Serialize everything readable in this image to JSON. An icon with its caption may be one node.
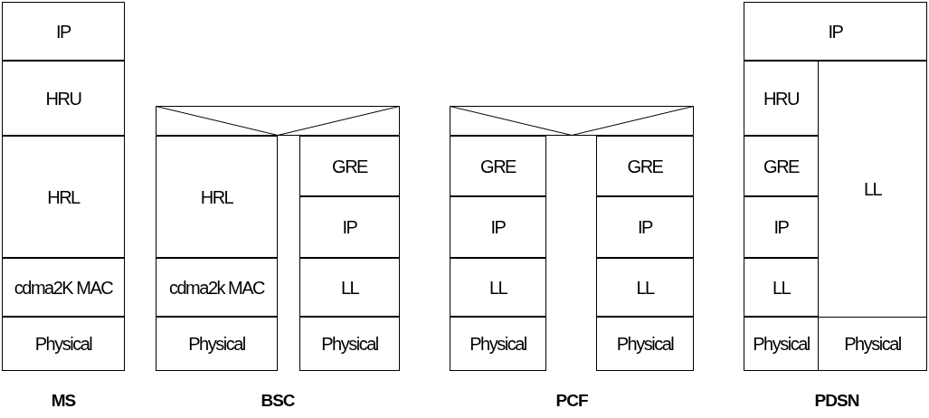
{
  "diagram": {
    "nodes": [
      {
        "text": [
          "IP"
        ]
      },
      {
        "text": [
          "HRU"
        ]
      },
      {
        "text": [
          "HRL"
        ]
      },
      {
        "text": [
          "cdma2K MAC"
        ]
      },
      {
        "text": [
          "Physical"
        ]
      },
      {
        "text": [],
        "shape": "box"
      },
      {
        "text": [
          "HRL"
        ]
      },
      {
        "text": [
          "cdma2k MAC"
        ]
      },
      {
        "text": [
          "Physical"
        ]
      },
      {
        "text": [
          "GRE"
        ]
      },
      {
        "text": [
          "IP"
        ]
      },
      {
        "text": [
          "LL"
        ]
      },
      {
        "text": [
          "Physical"
        ]
      },
      {
        "text": [],
        "shape": "box"
      },
      {
        "text": [
          "GRE"
        ]
      },
      {
        "text": [
          "IP"
        ]
      },
      {
        "text": [
          "LL"
        ]
      },
      {
        "text": [
          "Physical"
        ]
      },
      {
        "text": [
          "GRE"
        ]
      },
      {
        "text": [
          "IP"
        ]
      },
      {
        "text": [
          "LL"
        ]
      },
      {
        "text": [
          "Physical"
        ]
      },
      {
        "text": [
          "IP"
        ]
      },
      {
        "text": [
          "HRU"
        ]
      },
      {
        "text": [
          "GRE"
        ]
      },
      {
        "text": [
          "IP"
        ]
      },
      {
        "text": [
          "LL"
        ]
      },
      {
        "text": [
          "Physical"
        ]
      },
      {
        "text": [
          "LL"
        ]
      },
      {
        "text": [
          "Physical"
        ]
      }
    ],
    "edges": [],
    "labels": [
      "MS",
      "BSC",
      "PCF",
      "PDSN"
    ]
  }
}
